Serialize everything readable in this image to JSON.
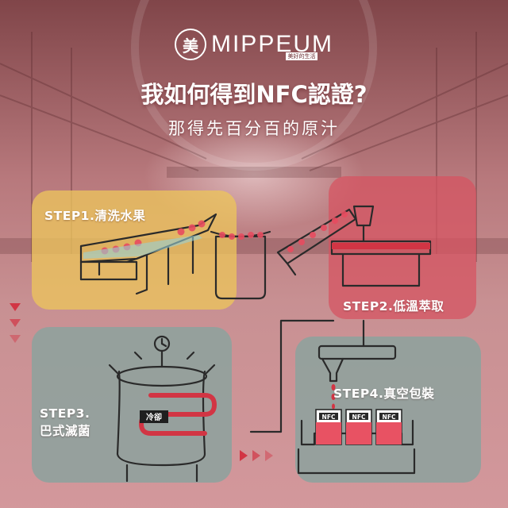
{
  "brand": {
    "logo_glyph": "美",
    "wordmark": "MIPPEUM",
    "wordmark_sub": "美好的生活"
  },
  "headline": {
    "title": "我如何得到NFC認證?",
    "subtitle": "那得先百分百的原汁"
  },
  "steps": [
    {
      "label": "STEP1.清洗水果"
    },
    {
      "label": "STEP2.低溫萃取"
    },
    {
      "label_line1": "STEP3.",
      "label_line2": "巴式滅菌"
    },
    {
      "label": "STEP4.真空包裝"
    }
  ],
  "pasteurizer": {
    "coil_label": "冷卻"
  },
  "packages": [
    {
      "label": "NFC"
    },
    {
      "label": "NFC"
    },
    {
      "label": "NFC"
    }
  ],
  "colors": {
    "accent_red": "#d23544",
    "step1_panel": "#ecc45c",
    "step2_panel": "#d65462",
    "step34_panel": "#8ca29e",
    "line_dark": "#2a2a2a"
  }
}
